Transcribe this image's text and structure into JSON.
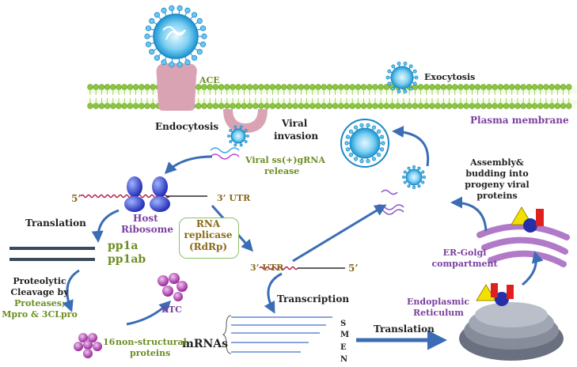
{
  "labels": {
    "ace": "ACE",
    "exocytosis": "Exocytosis",
    "endocytosis": "Endocytosis",
    "viral_invasion_1": "Viral",
    "viral_invasion_2": "invasion",
    "plasma_membrane": "Plasma membrane",
    "viral_release_1": "Viral ss(+)gRNA",
    "viral_release_2": "release",
    "five_prime_top": "5’",
    "three_prime_top": "3’ UTR",
    "translation_left": "Translation",
    "host_ribosome_1": "Host",
    "host_ribosome_2": "Ribosome",
    "rna_replicase_1": "RNA",
    "rna_replicase_2": "replicase",
    "rna_replicase_3": "(RdRp)",
    "pp1a": "pp1a",
    "pp1ab": "pp1ab",
    "three_prime_mid": "3’ UTR",
    "five_prime_mid": "5’",
    "assembly_1": "Assembly&",
    "assembly_2": "budding into",
    "assembly_3": "progeny viral",
    "assembly_4": "proteins",
    "er_golgi_1": "ER-Golgi",
    "er_golgi_2": "compartment",
    "proteolytic_1": "Proteolytic",
    "proteolytic_2": "Cleavage by",
    "proteases": "Proteases;",
    "mpro": "Mpro & 3CLpro",
    "rtc": "RTC",
    "transcription": "Transcription",
    "endoplasmic_1": "Endoplasmic",
    "endoplasmic_2": "Reticulum",
    "mrnas": "mRNAs",
    "s": "S",
    "m": "M",
    "e": "E",
    "n": "N",
    "translation_right": "Translation",
    "nsp_count": "16",
    "nsp_1": "non-structural",
    "nsp_2": "proteins"
  },
  "colors": {
    "membrane": "#8dc63f",
    "virus": "#29a8e0",
    "receptor": "#d9a3b4",
    "ribosome": "#3a3fd6",
    "arrow": "#3a6db5",
    "rna": "#b0224a",
    "protein_bar": "#3a4a5a",
    "rtc_ball": "#b03ab0",
    "golgi": "#b07ac8",
    "er": "#6a7080"
  }
}
